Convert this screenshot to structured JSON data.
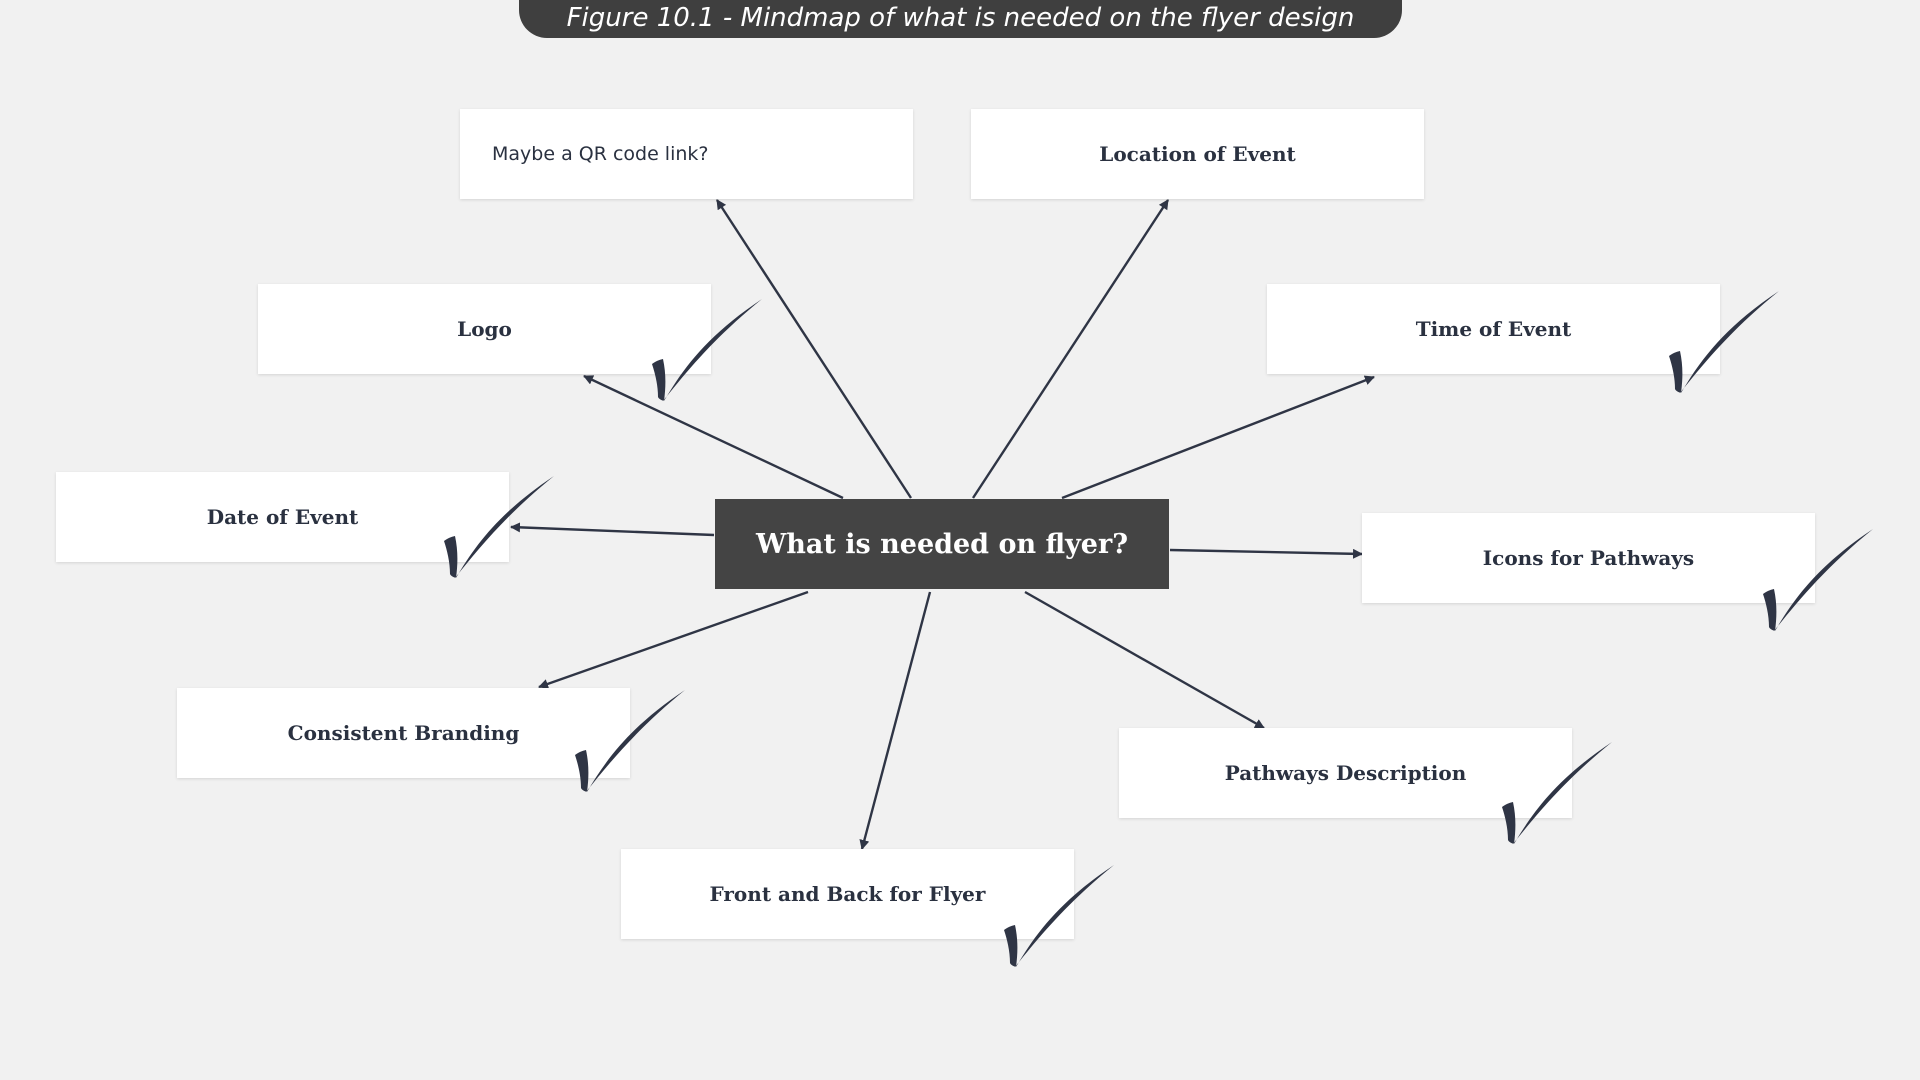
{
  "figure_title": "Figure 10.1 - Mindmap of what is needed on the flyer design",
  "center_node": "What is needed on flyer?",
  "nodes": [
    {
      "id": "qr",
      "label": "Maybe a QR code link?",
      "checked": false
    },
    {
      "id": "location",
      "label": "Location of Event",
      "checked": false
    },
    {
      "id": "logo",
      "label": "Logo",
      "checked": true
    },
    {
      "id": "time",
      "label": "Time of Event",
      "checked": true
    },
    {
      "id": "date",
      "label": "Date of Event",
      "checked": true
    },
    {
      "id": "icons",
      "label": "Icons for Pathways",
      "checked": true
    },
    {
      "id": "branding",
      "label": "Consistent Branding",
      "checked": true
    },
    {
      "id": "pathways",
      "label": "Pathways Description",
      "checked": true
    },
    {
      "id": "frontback",
      "label": "Front and Back for Flyer",
      "checked": true
    }
  ],
  "colors": {
    "background": "#f1f1f1",
    "center_fill": "#444444",
    "banner_fill": "#3f3f3f",
    "connector": "#2f3545",
    "checkmark": "#2f3545",
    "node_text": "#2a3140"
  }
}
